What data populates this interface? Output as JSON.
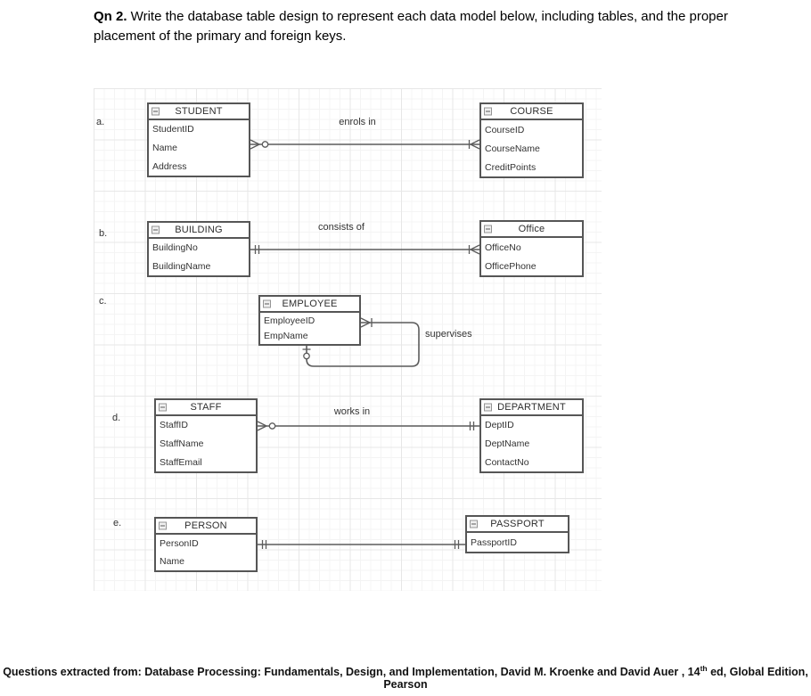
{
  "question": {
    "label": "Qn 2.",
    "text": " Write the database table design to represent each data model below, including tables, and the proper placement of the primary and foreign keys."
  },
  "rows": {
    "a": {
      "letter": "a.",
      "relationship": "enrols in",
      "left": {
        "name": "STUDENT",
        "attrs": [
          "StudentID",
          "Name",
          "Address"
        ],
        "cardinality": "zero-or-many"
      },
      "right": {
        "name": "COURSE",
        "attrs": [
          "CourseID",
          "CourseName",
          "CreditPoints"
        ],
        "cardinality": "one-or-many"
      }
    },
    "b": {
      "letter": "b.",
      "relationship": "consists of",
      "left": {
        "name": "BUILDING",
        "attrs": [
          "BuildingNo",
          "BuildingName"
        ],
        "cardinality": "one-and-only-one"
      },
      "right": {
        "name": "Office",
        "attrs": [
          "OfficeNo",
          "OfficePhone"
        ],
        "cardinality": "one-or-many"
      }
    },
    "c": {
      "letter": "c.",
      "relationship": "supervises",
      "left": {
        "name": "EMPLOYEE",
        "attrs": [
          "EmployeeID",
          "EmpName"
        ],
        "cardinality": "one-or-many"
      },
      "return_cardinality": "zero-or-one"
    },
    "d": {
      "letter": "d.",
      "relationship": "works in",
      "left": {
        "name": "STAFF",
        "attrs": [
          "StaffID",
          "StaffName",
          "StaffEmail"
        ],
        "cardinality": "zero-or-many"
      },
      "right": {
        "name": "DEPARTMENT",
        "attrs": [
          "DeptID",
          "DeptName",
          "ContactNo"
        ],
        "cardinality": "one-and-only-one"
      }
    },
    "e": {
      "letter": "e.",
      "relationship": "",
      "left": {
        "name": "PERSON",
        "attrs": [
          "PersonID",
          "Name"
        ],
        "cardinality": "one-and-only-one"
      },
      "right": {
        "name": "PASSPORT",
        "attrs": [
          "PassportID"
        ],
        "cardinality": "one-and-only-one"
      }
    }
  },
  "footer": {
    "prefix": "Questions extracted from: Database Processing: Fundamentals, Design, and Implementation, David M. Kroenke and David Auer , 14",
    "superscript": "th",
    "suffix": " ed, Global Edition, Pearson"
  }
}
